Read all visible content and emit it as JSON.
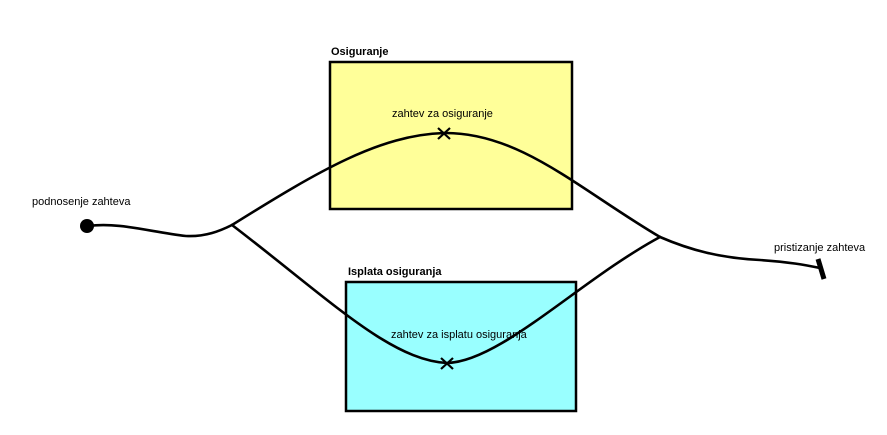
{
  "start": {
    "label": "podnosenje zahteva"
  },
  "end": {
    "label": "pristizanje zahteva"
  },
  "regions": [
    {
      "title": "Osiguranje",
      "fill": "#FFFF99",
      "event_label": "zahtev za osiguranje"
    },
    {
      "title": "Isplata osiguranja",
      "fill": "#99FFFF",
      "event_label": "zahtev za isplatu osiguranja"
    }
  ]
}
